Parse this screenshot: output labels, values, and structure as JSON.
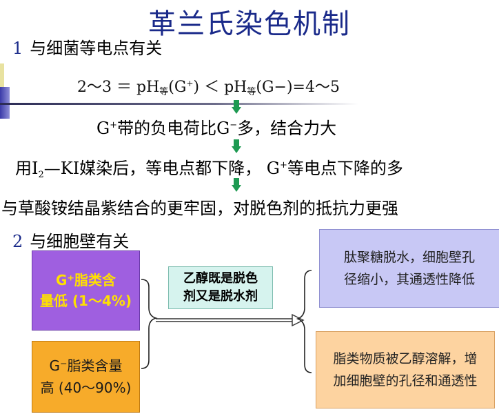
{
  "title": "革兰氏染色机制",
  "section1": {
    "num": "1",
    "label": "与细菌等电点有关"
  },
  "formula": {
    "left": "2～3 ＝ pH",
    "sub1": "等",
    "mid": "(G",
    "sup1": "+",
    "mid2": ") ＜ pH",
    "sub2": "等",
    "right": "(G−)=4～5"
  },
  "line1": {
    "a": "G",
    "sup": "+",
    "b": "带的负电荷比G",
    "sup2": "−",
    "c": "多，结合力大"
  },
  "line2": {
    "a": "用I",
    "sub": "2",
    "b": "—KI媒染后，等电点都下降，  G",
    "sup": "+",
    "c": "等电点下降的多"
  },
  "line3": "与草酸铵结晶紫结合的更牢固，对脱色剂的抵抗力更强",
  "section2": {
    "num": "2",
    "label": "与细胞壁有关"
  },
  "boxA": {
    "l1": "G⁺脂类含",
    "l2": "量低 (1～4%)"
  },
  "boxB": {
    "l1": "G⁻脂类含量",
    "l2": "高 (40～90%)"
  },
  "boxMid": {
    "l1": "乙醇既是脱色",
    "l2": "剂又是脱水剂"
  },
  "boxR1": {
    "l1": "肽聚糖脱水，细胞壁孔",
    "l2": "径缩小，其通透性降低"
  },
  "boxR2": {
    "l1": "脂类物质被乙醇溶解，增",
    "l2": "加细胞壁的孔径和通透性"
  },
  "colors": {
    "title": "#1a2a8a",
    "arrow_green": "#1e9a52",
    "boxA_bg": "#9f5fe0",
    "boxA_text": "#ffe100",
    "boxB_bg": "#f7ab2a",
    "boxMid_bg": "#d6f3ee",
    "boxR1_bg": "#c8c8f5",
    "boxR2_bg": "#fdd3a0"
  }
}
